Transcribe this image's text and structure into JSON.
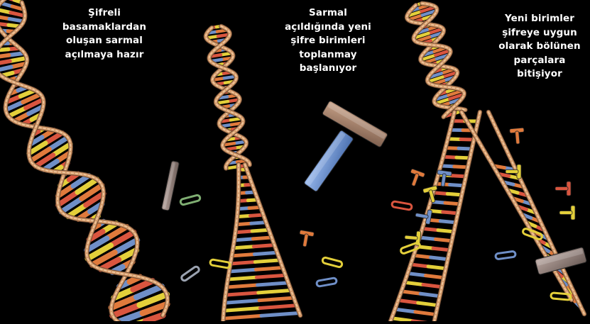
{
  "panels": [
    {
      "caption_lines": [
        "Şifreli",
        "basamaklardan",
        "oluşan sarmal",
        "açılmaya hazır"
      ]
    },
    {
      "caption_lines": [
        "Sarmal",
        "açıldığında yeni",
        "şifre birimleri",
        "toplanmay",
        "başlanıyor"
      ]
    },
    {
      "caption_lines": [
        "Yeni birimler",
        "şifreye uygun",
        "olarak bölünen",
        "parçalara",
        "bitişiyor"
      ]
    }
  ],
  "colors": {
    "background": "#000000",
    "backbone": "#d49a6a",
    "base_red": "#d9553f",
    "base_blue": "#6f8fc7",
    "base_yellow": "#e3cf3a",
    "base_orange": "#e07a3c",
    "block_brown": "#a7836b",
    "block_blue": "#6f96d2",
    "text": "#ffffff"
  }
}
